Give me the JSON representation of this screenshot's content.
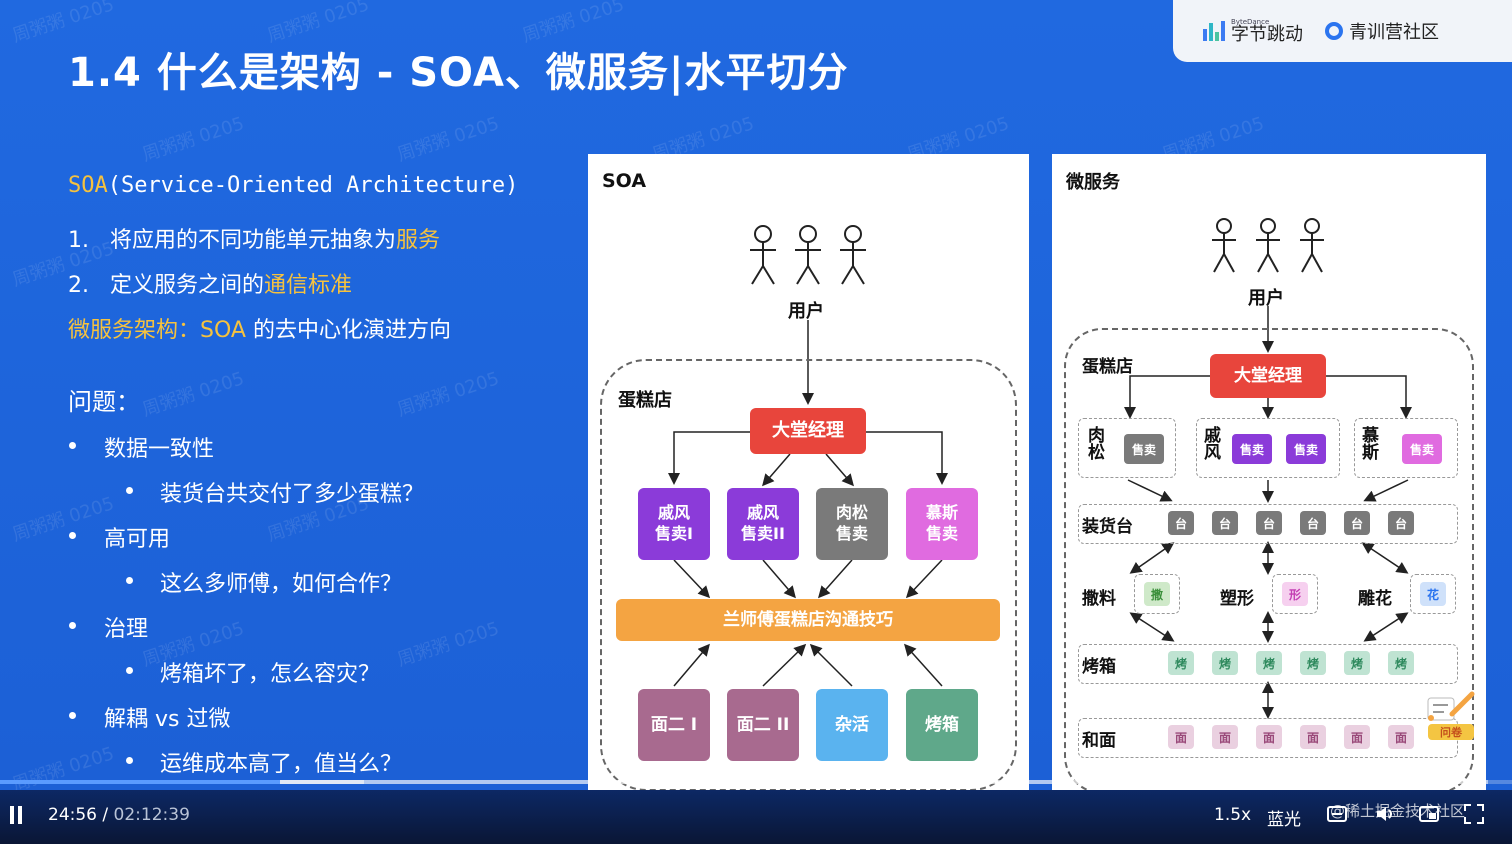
{
  "slide": {
    "title": "1.4 什么是架构 - SOA、微服务|水平切分",
    "logo": {
      "bytedance_small": "ByteDance",
      "bytedance_name": "字节跳动",
      "camp_name": "青训营社区"
    },
    "left": {
      "soa_abbr": "SOA",
      "soa_full": "(Service-Oriented Architecture)",
      "item1_num": "1.",
      "item1_text": "将应用的不同功能单元抽象为",
      "item1_highlight": "服务",
      "item2_num": "2.",
      "item2_text": "定义服务之间的",
      "item2_highlight": "通信标准",
      "micro_highlight": "微服务架构：SOA",
      "micro_text": " 的去中心化演进方向",
      "problems_title": "问题：",
      "bullets": [
        {
          "main": "数据一致性",
          "sub": "装货台共交付了多少蛋糕？"
        },
        {
          "main": "高可用",
          "sub": "这么多师傅，如何合作？"
        },
        {
          "main": "治理",
          "sub": "烤箱坏了，怎么容灾？"
        },
        {
          "main": "解耦 vs 过微",
          "sub": "运维成本高了，值当么？"
        }
      ]
    },
    "soa_panel": {
      "title": "SOA",
      "user_label": "用户",
      "shop_label": "蛋糕店",
      "manager": "大堂经理",
      "sellers": [
        "戚风\n售卖I",
        "戚风\n售卖II",
        "肉松\n售卖",
        "慕斯\n售卖"
      ],
      "comm_bar": "兰师傅蛋糕店沟通技巧",
      "workers": [
        "面二 I",
        "面二 II",
        "杂活",
        "烤箱"
      ]
    },
    "micro_panel": {
      "title": "微服务",
      "user_label": "用户",
      "shop_label": "蛋糕店",
      "manager": "大堂经理",
      "group1_label": "肉松",
      "group2_label": "戚风",
      "group3_label": "慕斯",
      "sell_tag": "售卖",
      "row_loading": {
        "label": "装货台",
        "tag": "台"
      },
      "row_decor": {
        "items": [
          {
            "label": "撒料",
            "tag": "撒"
          },
          {
            "label": "塑形",
            "tag": "形"
          },
          {
            "label": "雕花",
            "tag": "花"
          }
        ]
      },
      "row_oven": {
        "label": "烤箱",
        "tag": "烤"
      },
      "row_dough": {
        "label": "和面",
        "tag": "面"
      },
      "survey_label": "问卷"
    },
    "watermark": "周粥粥 0205"
  },
  "player": {
    "current_time": "24:56",
    "separator": "/",
    "total_time": "02:12:39",
    "speed": "1.5x",
    "quality": "蓝光",
    "credit": "@稀土掘金技术社区",
    "progress_fraction": 0.188
  },
  "colors": {
    "slide_bg": "#1d63d8",
    "highlight": "#f6c23e",
    "manager_red": "#e8453c",
    "purple": "#8b3bd9",
    "grey": "#7a7a7a",
    "pink": "#e06be0",
    "orange_bar": "#f4a442",
    "mauve": "#a86a8f",
    "light_blue": "#5ab3ef",
    "teal": "#5fa88a"
  }
}
